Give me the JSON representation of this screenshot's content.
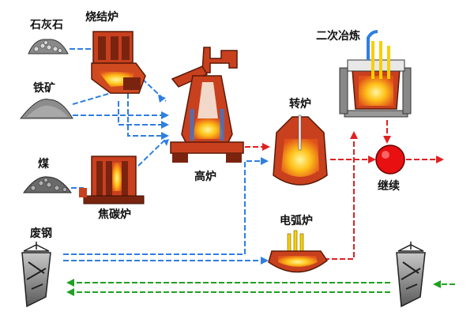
{
  "labels": {
    "limestone": "石灰石",
    "sinter_furnace": "烧结炉",
    "iron_ore": "铁矿",
    "coal": "煤",
    "coke_oven": "焦碳炉",
    "blast_furnace": "高炉",
    "converter": "转炉",
    "secondary_refining": "二次冶炼",
    "continuous_casting": "继续",
    "electric_arc_furnace": "电弧炉",
    "scrap_steel": "废钢"
  },
  "colors": {
    "raw_flow": "#2e7fe0",
    "molten_flow": "#e02020",
    "recycle_flow": "#20a020",
    "furnace_brick": "#c8401e",
    "furnace_dark": "#7a2410",
    "molten_glow": "#ffc21a",
    "caster_ball": "#e81010"
  }
}
